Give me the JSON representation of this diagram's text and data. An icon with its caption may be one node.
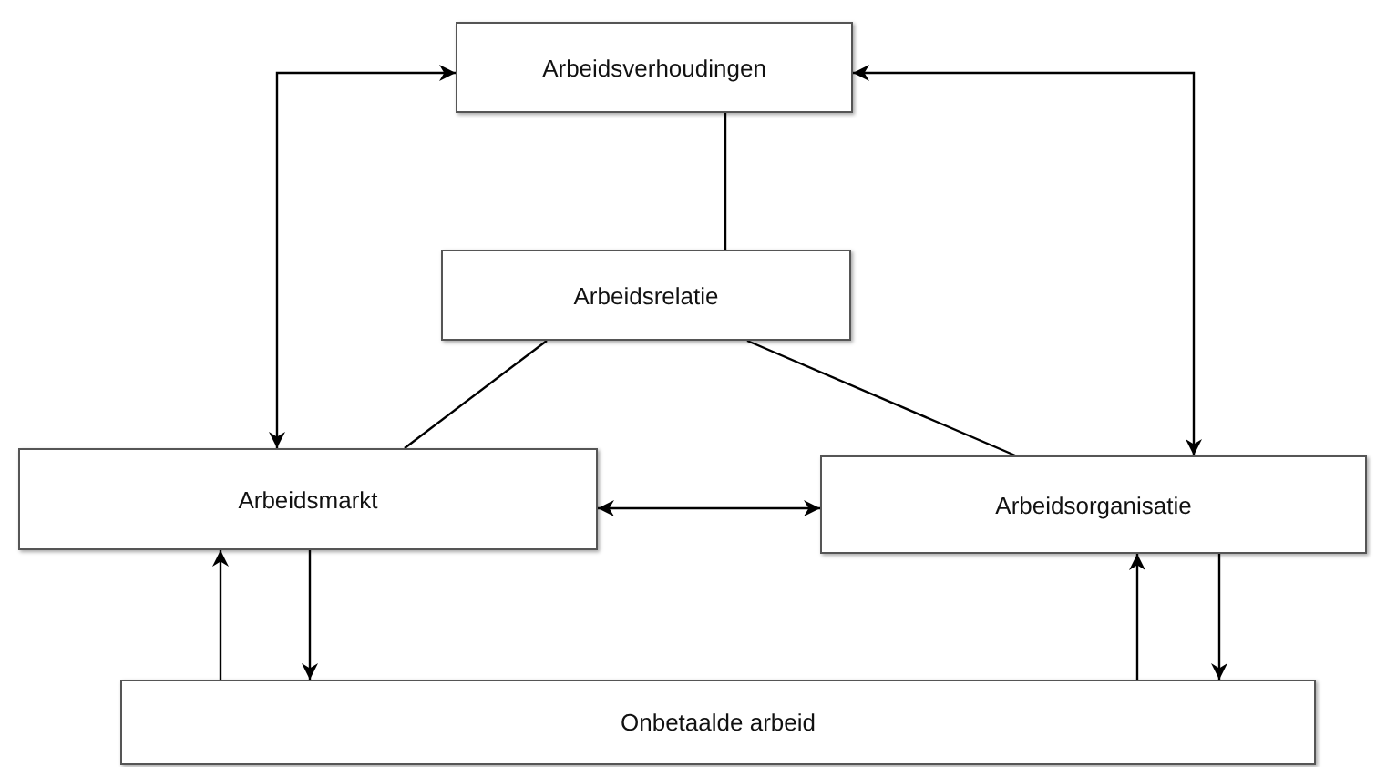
{
  "diagram": {
    "nodes": [
      {
        "text": [
          "Arbeidsverhoudingen"
        ]
      },
      {
        "text": [
          "Arbeidsrelatie"
        ]
      },
      {
        "text": [
          "Arbeidsmarkt"
        ]
      },
      {
        "text": [
          "Arbeidsorganisatie"
        ]
      },
      {
        "text": [
          "Onbetaalde arbeid"
        ]
      }
    ],
    "edges": [
      {
        "from": 0,
        "to": 1,
        "arrow": "none"
      },
      {
        "from": 1,
        "to": 2,
        "arrow": "none"
      },
      {
        "from": 1,
        "to": 3,
        "arrow": "none"
      },
      {
        "from": 0,
        "to": 2,
        "arrow": "both"
      },
      {
        "from": 0,
        "to": 3,
        "arrow": "both"
      },
      {
        "from": 2,
        "to": 3,
        "arrow": "both"
      },
      {
        "from": 4,
        "to": 2,
        "arrow": "to"
      },
      {
        "from": 2,
        "to": 4,
        "arrow": "to"
      },
      {
        "from": 4,
        "to": 3,
        "arrow": "to"
      },
      {
        "from": 3,
        "to": 4,
        "arrow": "to"
      }
    ]
  }
}
